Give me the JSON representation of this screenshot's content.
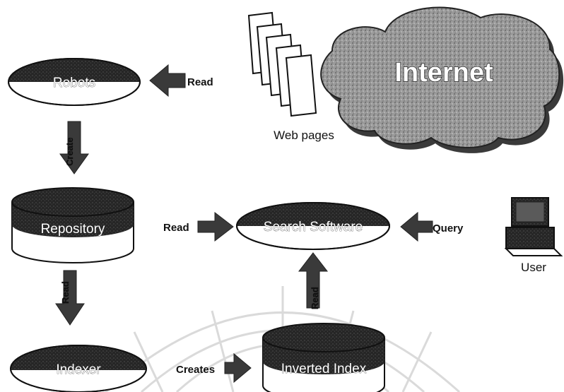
{
  "nodes": {
    "robots": "Robots",
    "internet": "Internet",
    "web_pages": "Web pages",
    "repository": "Repository",
    "search_software": "Search Software",
    "user": "User",
    "indexer": "Indexer",
    "inverted_index": "Inverted Index"
  },
  "edges": {
    "robots_read": "Read",
    "robots_create": "Create",
    "repository_read_search": "Read",
    "query": "Query",
    "repository_read_indexer": "Read",
    "index_read_search": "Read",
    "indexer_creates": "Creates"
  },
  "colors": {
    "dark_fill": "#2a2a2a",
    "cloud_fill": "#8c8c8c",
    "arrow_fill": "#3a3a3a",
    "watermark": "#d8d8d8"
  }
}
